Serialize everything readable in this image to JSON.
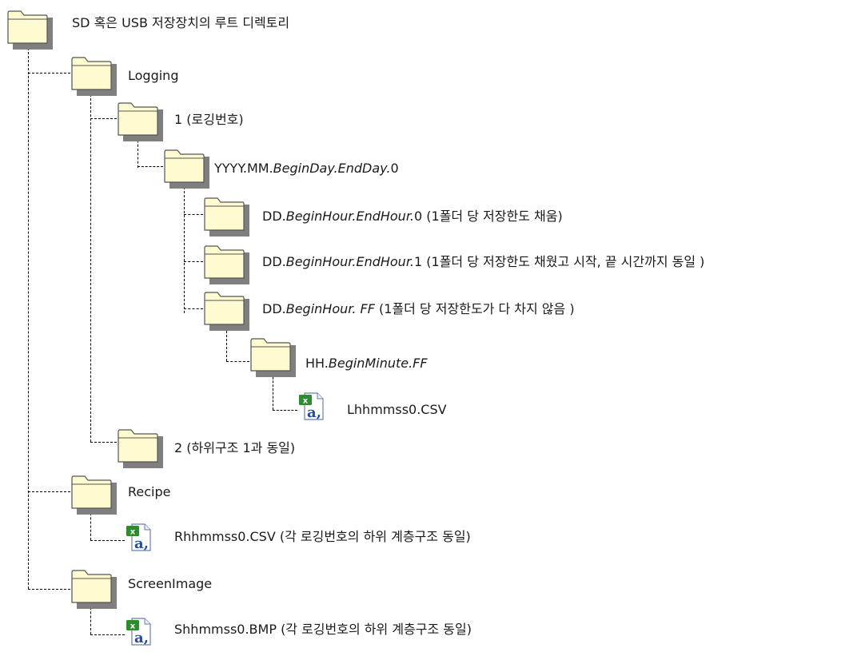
{
  "nodes": [
    {
      "id": "root",
      "kind": "folder",
      "label": [
        {
          "t": "SD 혹은 USB 저장장치의 루트 디렉토리"
        }
      ]
    },
    {
      "id": "logging",
      "kind": "folder",
      "label": [
        {
          "t": "Logging"
        }
      ]
    },
    {
      "id": "log1",
      "kind": "folder",
      "label": [
        {
          "t": "1 (로깅번호)"
        }
      ]
    },
    {
      "id": "yyyy",
      "kind": "folder",
      "label": [
        {
          "t": "YYYY.MM."
        },
        {
          "t": "BeginDay.EndDay.",
          "i": true
        },
        {
          "t": "0"
        }
      ]
    },
    {
      "id": "dd0",
      "kind": "folder",
      "label": [
        {
          "t": "DD."
        },
        {
          "t": "BeginHour.EndHour.",
          "i": true
        },
        {
          "t": "0 (1폴더 당 저장한도 채움)"
        }
      ]
    },
    {
      "id": "dd1",
      "kind": "folder",
      "label": [
        {
          "t": "DD."
        },
        {
          "t": "BeginHour.EndHour.",
          "i": true
        },
        {
          "t": "1 (1폴더 당 저장한도 채웠고 시작, 끝 시간까지 동일 )"
        }
      ]
    },
    {
      "id": "ddff",
      "kind": "folder",
      "label": [
        {
          "t": "DD."
        },
        {
          "t": "BeginHour. FF",
          "i": true
        },
        {
          "t": " (1폴더 당 저장한도가 다 차지 않음 )"
        }
      ]
    },
    {
      "id": "hh",
      "kind": "folder",
      "label": [
        {
          "t": "HH."
        },
        {
          "t": "BeginMinute.FF",
          "i": true
        }
      ]
    },
    {
      "id": "lcsv",
      "kind": "file",
      "label": [
        {
          "t": "Lhhmmss0.CSV"
        }
      ]
    },
    {
      "id": "log2",
      "kind": "folder",
      "label": [
        {
          "t": "2 (하위구조 1과 동일)"
        }
      ]
    },
    {
      "id": "recipe",
      "kind": "folder",
      "label": [
        {
          "t": "Recipe"
        }
      ]
    },
    {
      "id": "rcsv",
      "kind": "file",
      "label": [
        {
          "t": "Rhhmmss0.CSV (각 로깅번호의 하위 계층구조 동일)"
        }
      ]
    },
    {
      "id": "screen",
      "kind": "folder",
      "label": [
        {
          "t": "ScreenImage"
        }
      ]
    },
    {
      "id": "sbmp",
      "kind": "file",
      "label": [
        {
          "t": "Shhmmss0.BMP (각 로깅번호의 하위 계층구조 동일)"
        }
      ]
    }
  ],
  "colors": {
    "folder_fill": "#fffbd0",
    "folder_stroke": "#555555",
    "folder_shadow": "#7f7f7f",
    "excel_green": "#2e8b2e",
    "file_page": "#ffffff",
    "file_a": "#1f4fa8"
  }
}
